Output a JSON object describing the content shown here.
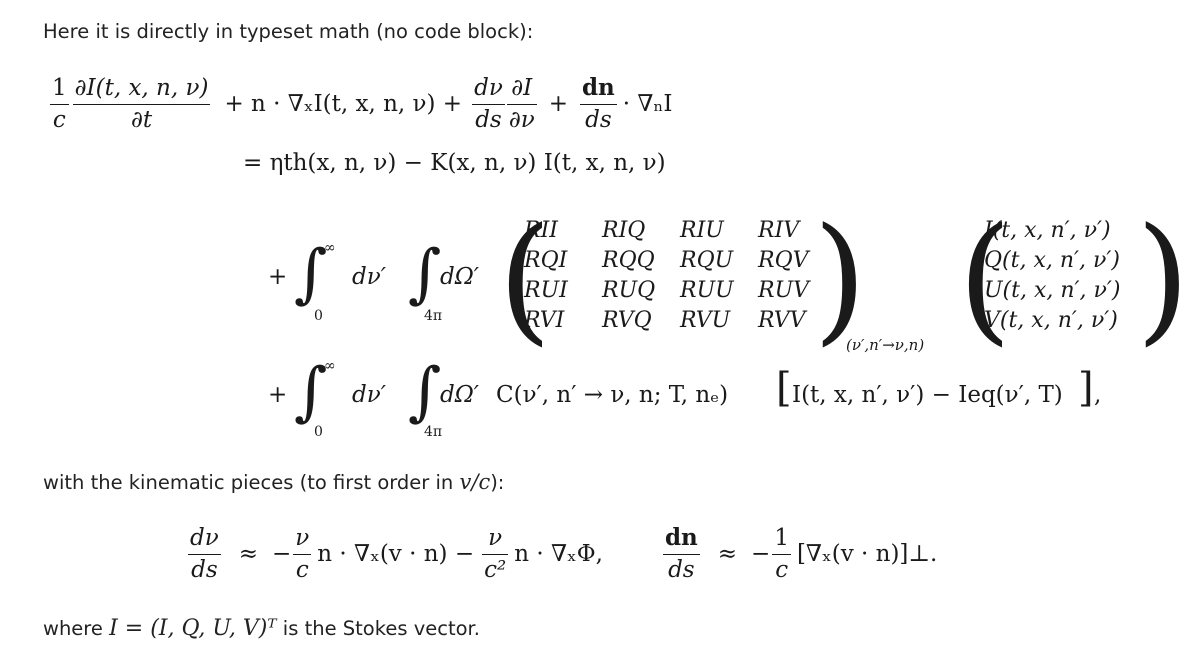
{
  "prose": {
    "intro": "Here it is directly in typeset math (no code block):",
    "kinematic_prefix": "with the kinematic pieces (to first order in ",
    "kinematic_var": "v/c",
    "kinematic_suffix": "):",
    "where_prefix": "where ",
    "where_suffix": " is the Stokes vector."
  },
  "equation": {
    "line1": {
      "frac1_num": "1",
      "frac1_den": "c",
      "frac2_num": "∂I(t, x, n, ν)",
      "frac2_den": "∂t",
      "term2": "+ n · ∇ₓI(t, x, n, ν) +",
      "frac3_num": "dν",
      "frac3_den": "ds",
      "frac4_num": "∂I",
      "frac4_den": "∂ν",
      "plus": "+",
      "frac5_num": "dn",
      "frac5_den": "ds",
      "term5": "· ∇ₙI"
    },
    "line2": "= ηth(x, n, ν) − K(x, n, ν) I(t, x, n, ν)",
    "line3": {
      "plus": "+",
      "int1_upper": "∞",
      "int1_lower": "0",
      "dnu": "dν′",
      "int2_lower": "4π",
      "domega": "dΩ′",
      "matrix": [
        [
          "RII",
          "RIQ",
          "RIU",
          "RIV"
        ],
        [
          "RQI",
          "RQQ",
          "RQU",
          "RQV"
        ],
        [
          "RUI",
          "RUQ",
          "RUU",
          "RUV"
        ],
        [
          "RVI",
          "RVQ",
          "RVU",
          "RVV"
        ]
      ],
      "matrix_sub": "(ν′,n′→ν,n)",
      "vector": [
        "I(t, x, n′, ν′)",
        "Q(t, x, n′, ν′)",
        "U(t, x, n′, ν′)",
        "V(t, x, n′, ν′)"
      ]
    },
    "line4": {
      "plus": "+",
      "int1_upper": "∞",
      "int1_lower": "0",
      "dnu": "dν′",
      "int2_lower": "4π",
      "domega": "dΩ′",
      "term": "C(ν′, n′ → ν, n; T, nₑ)",
      "bracket": "I(t, x, n′, ν′) − Ieq(ν′, T)",
      "end": ","
    }
  },
  "kinematic": {
    "lhs1_num": "dν",
    "lhs1_den": "ds",
    "approx": "≈",
    "t1_num": "ν",
    "t1_den": "c",
    "t1_body": "n · ∇ₓ(v · n) −",
    "t2_num": "ν",
    "t2_den": "c²",
    "t2_body": "n · ∇ₓΦ,",
    "lhs2_num": "dn",
    "lhs2_den": "ds",
    "t3_num": "1",
    "t3_den": "c",
    "t3_body": "[∇ₓ(v · n)]⊥."
  },
  "stokes": "I = (I, Q, U, V)ᵀ"
}
